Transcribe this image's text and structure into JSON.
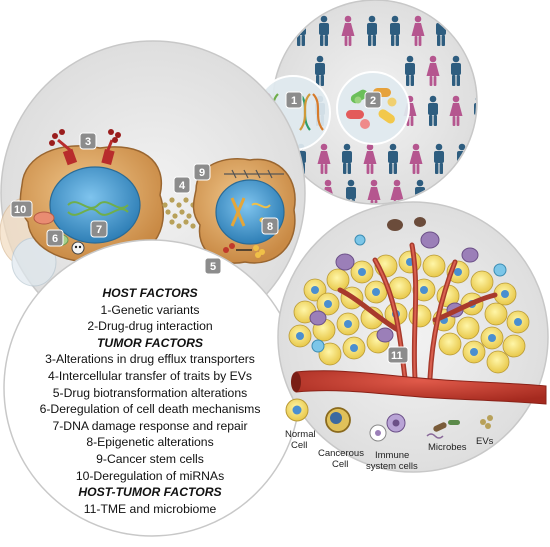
{
  "legend": [
    {
      "text": "HOST FACTORS",
      "style": "header"
    },
    {
      "text": "1-Genetic variants",
      "style": "item"
    },
    {
      "text": "2-Drug-drug interaction",
      "style": "item"
    },
    {
      "text": "TUMOR FACTORS",
      "style": "header"
    },
    {
      "text": "3-Alterations in drug efflux transporters",
      "style": "item"
    },
    {
      "text": "4-Intercellular transfer of traits by EVs",
      "style": "item"
    },
    {
      "text": "5-Drug biotransformation alterations",
      "style": "item"
    },
    {
      "text": "6-Deregulation of cell death mechanisms",
      "style": "item"
    },
    {
      "text": "7-DNA damage response and repair",
      "style": "item"
    },
    {
      "text": "8-Epigenetic alterations",
      "style": "item"
    },
    {
      "text": "9-Cancer stem cells",
      "style": "item"
    },
    {
      "text": "10-Deregulation of miRNAs",
      "style": "item"
    },
    {
      "text": "HOST-TUMOR FACTORS",
      "style": "header"
    },
    {
      "text": "11-TME and microbiome",
      "style": "item"
    }
  ],
  "badges": [
    "1",
    "2",
    "3",
    "4",
    "5",
    "6",
    "7",
    "8",
    "9",
    "10",
    "11"
  ],
  "tme_legend": {
    "normal_cell": [
      "Normal",
      "Cell"
    ],
    "cancerous_cell": [
      "Cancerous",
      "Cell"
    ],
    "immune": [
      "Immune",
      "system cells"
    ],
    "microbes": [
      "Microbes"
    ],
    "evs": [
      "EVs"
    ]
  },
  "colors": {
    "badge": "#8c8c8c",
    "circle_fill": "#e8e8e8",
    "vessel": "#c0392b",
    "cell_body": "#d9a15f",
    "nucleus": "#4a9fd4",
    "man": "#2e5d7f",
    "woman": "#b5568f"
  }
}
